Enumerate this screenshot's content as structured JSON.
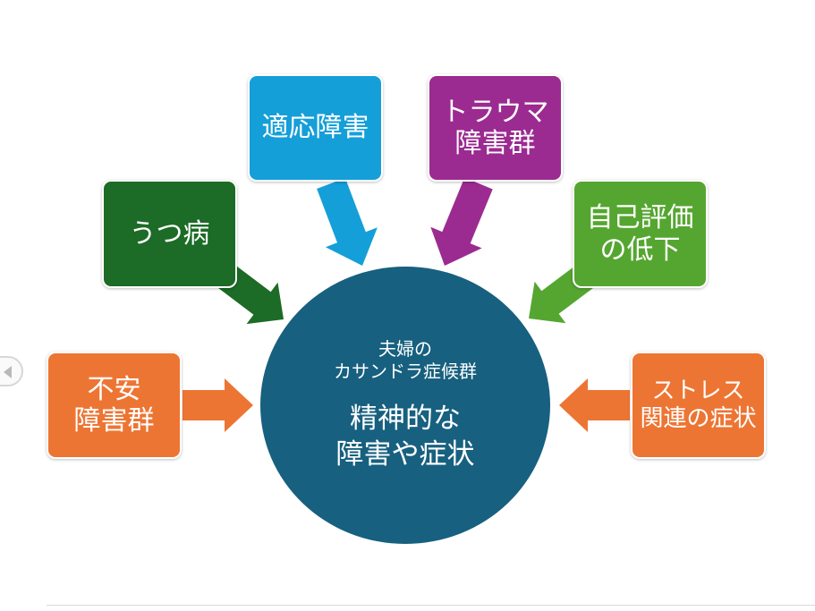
{
  "diagram": {
    "center": {
      "subtitle": "夫婦の\nカサンドラ症候群",
      "title": "精神的な\n障害や症状",
      "color": "#17607f"
    },
    "nodes": [
      {
        "id": "anxiety",
        "label": "不安\n障害群",
        "color": "#ed7533"
      },
      {
        "id": "depression",
        "label": "うつ病",
        "color": "#1c6b26"
      },
      {
        "id": "adjustment",
        "label": "適応障害",
        "color": "#159fd9"
      },
      {
        "id": "trauma",
        "label": "トラウマ\n障害群",
        "color": "#9b2b91"
      },
      {
        "id": "self-esteem",
        "label": "自己評価\nの低下",
        "color": "#55a630"
      },
      {
        "id": "stress",
        "label": "ストレス\n関連の症状",
        "color": "#ed7533"
      }
    ]
  },
  "nav": {
    "icon": "chevron-left-icon"
  }
}
